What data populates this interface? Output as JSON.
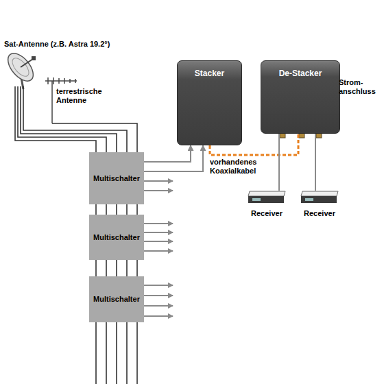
{
  "diagram": {
    "nodes": [
      {
        "text": [
          "Stacker"
        ]
      },
      {
        "text": [
          "De-Stacker"
        ]
      },
      {
        "text": [
          "Multischalter"
        ]
      },
      {
        "text": [
          "Multischalter"
        ]
      },
      {
        "text": [
          "Multischalter"
        ]
      },
      {
        "text": [
          "Receiver"
        ]
      },
      {
        "text": [
          "Receiver"
        ]
      }
    ],
    "edges": [
      {
        "from": 2,
        "to": 0,
        "arrow": "to"
      },
      {
        "from": 2,
        "to": 0,
        "arrow": "to"
      },
      {
        "from": 0,
        "to": 1,
        "label": "vorhandenes Koaxialkabel",
        "arrow": "none"
      },
      {
        "from": 1,
        "to": 5,
        "arrow": "none"
      },
      {
        "from": 1,
        "to": 6,
        "arrow": "none"
      }
    ],
    "labels": [
      "Sat-Antenne (z.B. Astra 19.2°)",
      "terrestrische Antenne",
      "Strom- anschluss"
    ]
  }
}
